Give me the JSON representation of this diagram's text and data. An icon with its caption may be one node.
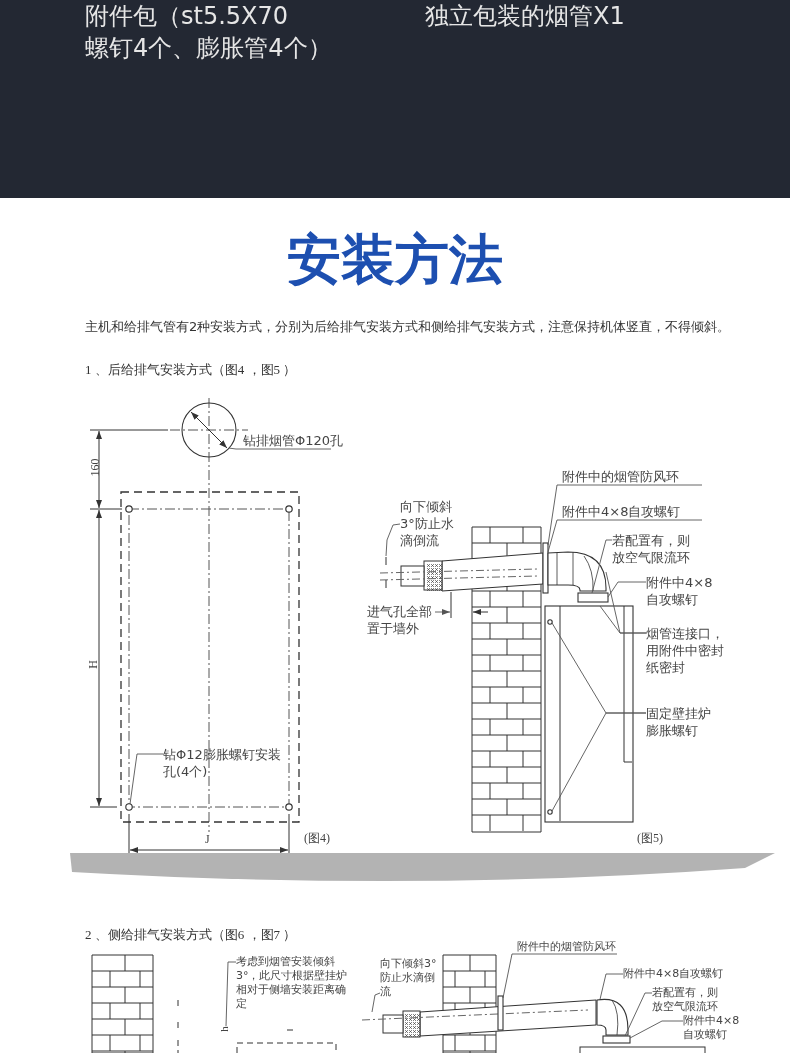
{
  "diagram": {
    "title": "安装方法",
    "nodes": [
      {
        "text": [
          "钻排烟管Φ120孔"
        ]
      },
      {
        "text": [
          "钻Φ12膨胀螺钉安装孔(4个)"
        ]
      },
      {
        "text": [
          "向下倾斜3°防止水滴倒流"
        ]
      },
      {
        "text": [
          "进气孔全部置于墙外"
        ]
      },
      {
        "text": [
          "附件中的烟管防风环"
        ]
      },
      {
        "text": [
          "附件中4×8自攻螺钉"
        ]
      },
      {
        "text": [
          "若配置有，则放空气限流环"
        ]
      },
      {
        "text": [
          "附件中4×8自攻螺钉"
        ]
      },
      {
        "text": [
          "烟管连接口，用附件中密封纸密封"
        ]
      },
      {
        "text": [
          "固定壁挂炉膨胀螺钉"
        ]
      },
      {
        "text": [
          "考虑到烟管安装倾斜3°，此尺寸根据壁挂炉相对于侧墙安装距离确定"
        ]
      },
      {
        "text": [
          "向下倾斜3°防止水滴倒流"
        ]
      },
      {
        "text": [
          "附件中的烟管防风环"
        ]
      },
      {
        "text": [
          "附件中4×8自攻螺钉"
        ]
      },
      {
        "text": [
          "若配置有，则放空气限流环"
        ]
      },
      {
        "text": [
          "附件中4×8自攻螺钉"
        ]
      },
      {
        "text": [],
        "shape": "circle"
      },
      {
        "text": [],
        "shape": "circle"
      },
      {
        "text": [],
        "shape": "box"
      },
      {
        "text": [],
        "shape": "picture"
      },
      {
        "text": [],
        "shape": "box"
      },
      {
        "text": [],
        "shape": "box"
      },
      {
        "text": [],
        "shape": "circle",
        "in": 21
      },
      {
        "text": [],
        "shape": "circle",
        "in": 21
      },
      {
        "text": [
          "h"
        ]
      },
      {
        "text": [],
        "shape": "box"
      },
      {
        "text": [],
        "shape": "picture"
      },
      {
        "text": [],
        "shape": "box"
      }
    ],
    "edges": [
      {
        "from": 0,
        "to": 16,
        "arrow": "none"
      },
      {
        "from": 1,
        "to": 17,
        "arrow": "none"
      },
      {
        "from": 2,
        "to": null,
        "arrow": "none"
      },
      {
        "from": 3,
        "to": null,
        "arrow": "to"
      },
      {
        "from": 4,
        "to": 18,
        "arrow": "none"
      },
      {
        "from": 5,
        "to": 18,
        "arrow": "none"
      },
      {
        "from": 6,
        "to": 20,
        "arrow": "none"
      },
      {
        "from": 7,
        "to": 20,
        "arrow": "none"
      },
      {
        "from": 8,
        "to": 19,
        "arrow": "none"
      },
      {
        "from": 8,
        "to": 21,
        "arrow": "none"
      },
      {
        "from": 9,
        "to": 22,
        "arrow": "none"
      },
      {
        "from": 9,
        "to": 23,
        "arrow": "none"
      },
      {
        "from": 10,
        "to": 24,
        "arrow": "none"
      },
      {
        "from": 11,
        "to": null,
        "arrow": "none"
      },
      {
        "from": 12,
        "to": 25,
        "arrow": "none"
      },
      {
        "from": 13,
        "to": 26,
        "arrow": "none"
      },
      {
        "from": 14,
        "to": 27,
        "arrow": "none"
      },
      {
        "from": 15,
        "to": 27,
        "arrow": "none"
      }
    ],
    "labels": [
      "附件包（st5.5X70 螺钉4个、膨胀管4个）",
      "独立包装的烟管X1",
      "主机和给排气管有2种安装方式，分别为后给排气安装方式和侧给排气安装方式，注意保持机体竖直，不得倾斜。",
      "1 、后给排气安装方式（图4 ，图5 ）",
      "160",
      "H",
      "J",
      "(图4)",
      "(图5)",
      "2 、侧给排气安装方式（图6 ，图7 ）"
    ]
  }
}
